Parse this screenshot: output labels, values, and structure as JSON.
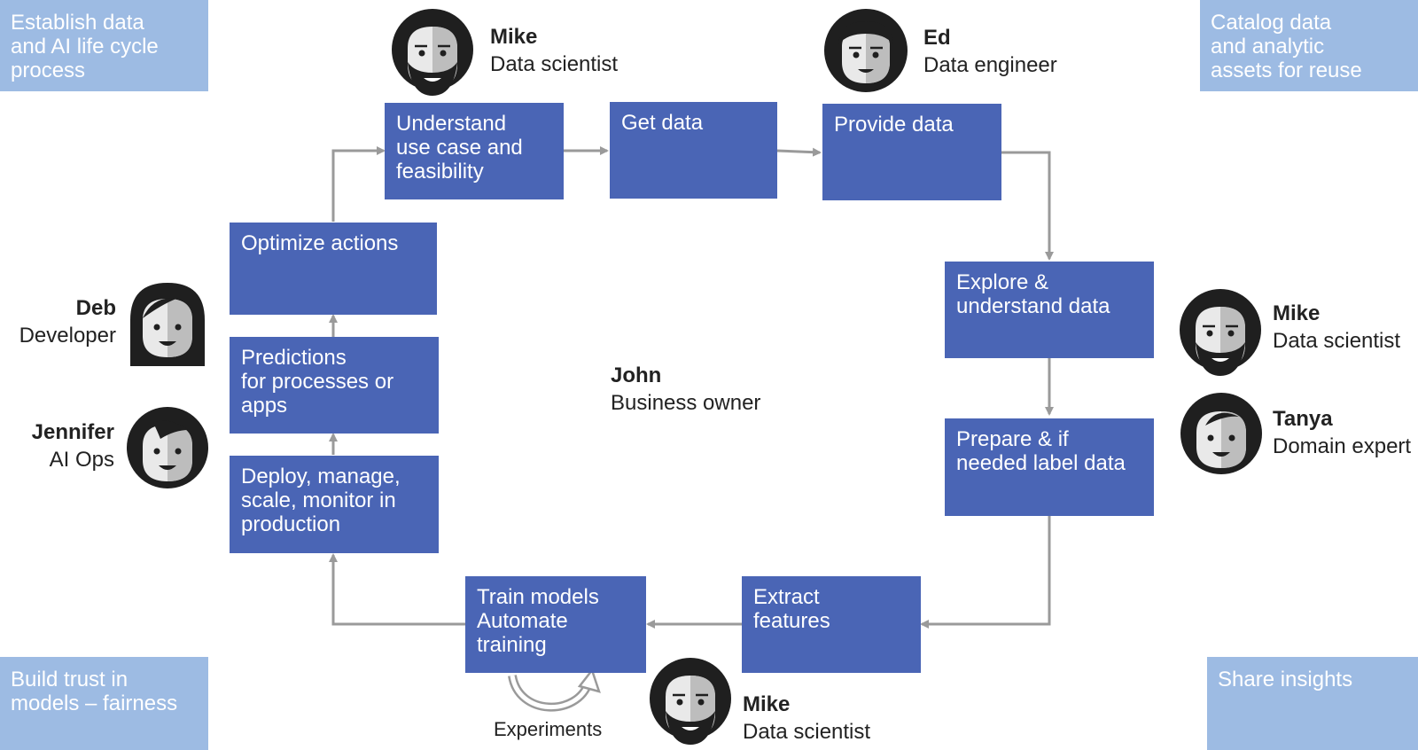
{
  "corners": {
    "top_left": "Establish data\nand AI life cycle\nprocess",
    "top_right": "Catalog data\nand analytic\nassets for reuse",
    "bottom_left": "Build trust in\nmodels – fairness",
    "bottom_right": "Share insights"
  },
  "steps": {
    "understand": "Understand\nuse case and\nfeasibility",
    "get_data": "Get data",
    "provide_data": "Provide data",
    "explore": "Explore &\nunderstand data",
    "prepare": "Prepare & if\nneeded label data",
    "extract": "Extract\nfeatures",
    "train": "Train models\nAutomate\ntraining",
    "deploy": "Deploy, manage,\nscale, monitor in\nproduction",
    "predictions": "Predictions\nfor processes or\napps",
    "optimize": "Optimize actions"
  },
  "people": {
    "mike_top": {
      "name": "Mike",
      "role": "Data scientist"
    },
    "ed": {
      "name": "Ed",
      "role": "Data engineer"
    },
    "mike_right": {
      "name": "Mike",
      "role": "Data scientist"
    },
    "tanya": {
      "name": "Tanya",
      "role": "Domain expert"
    },
    "mike_bottom": {
      "name": "Mike",
      "role": "Data scientist"
    },
    "deb": {
      "name": "Deb",
      "role": "Developer"
    },
    "jennifer": {
      "name": "Jennifer",
      "role": "AI Ops"
    },
    "john": {
      "name": "John",
      "role": "Business owner"
    }
  },
  "experiments_label": "Experiments",
  "colors": {
    "step": "#4a65b5",
    "corner": "#9dbbe3",
    "arrow": "#9a9a9a"
  }
}
